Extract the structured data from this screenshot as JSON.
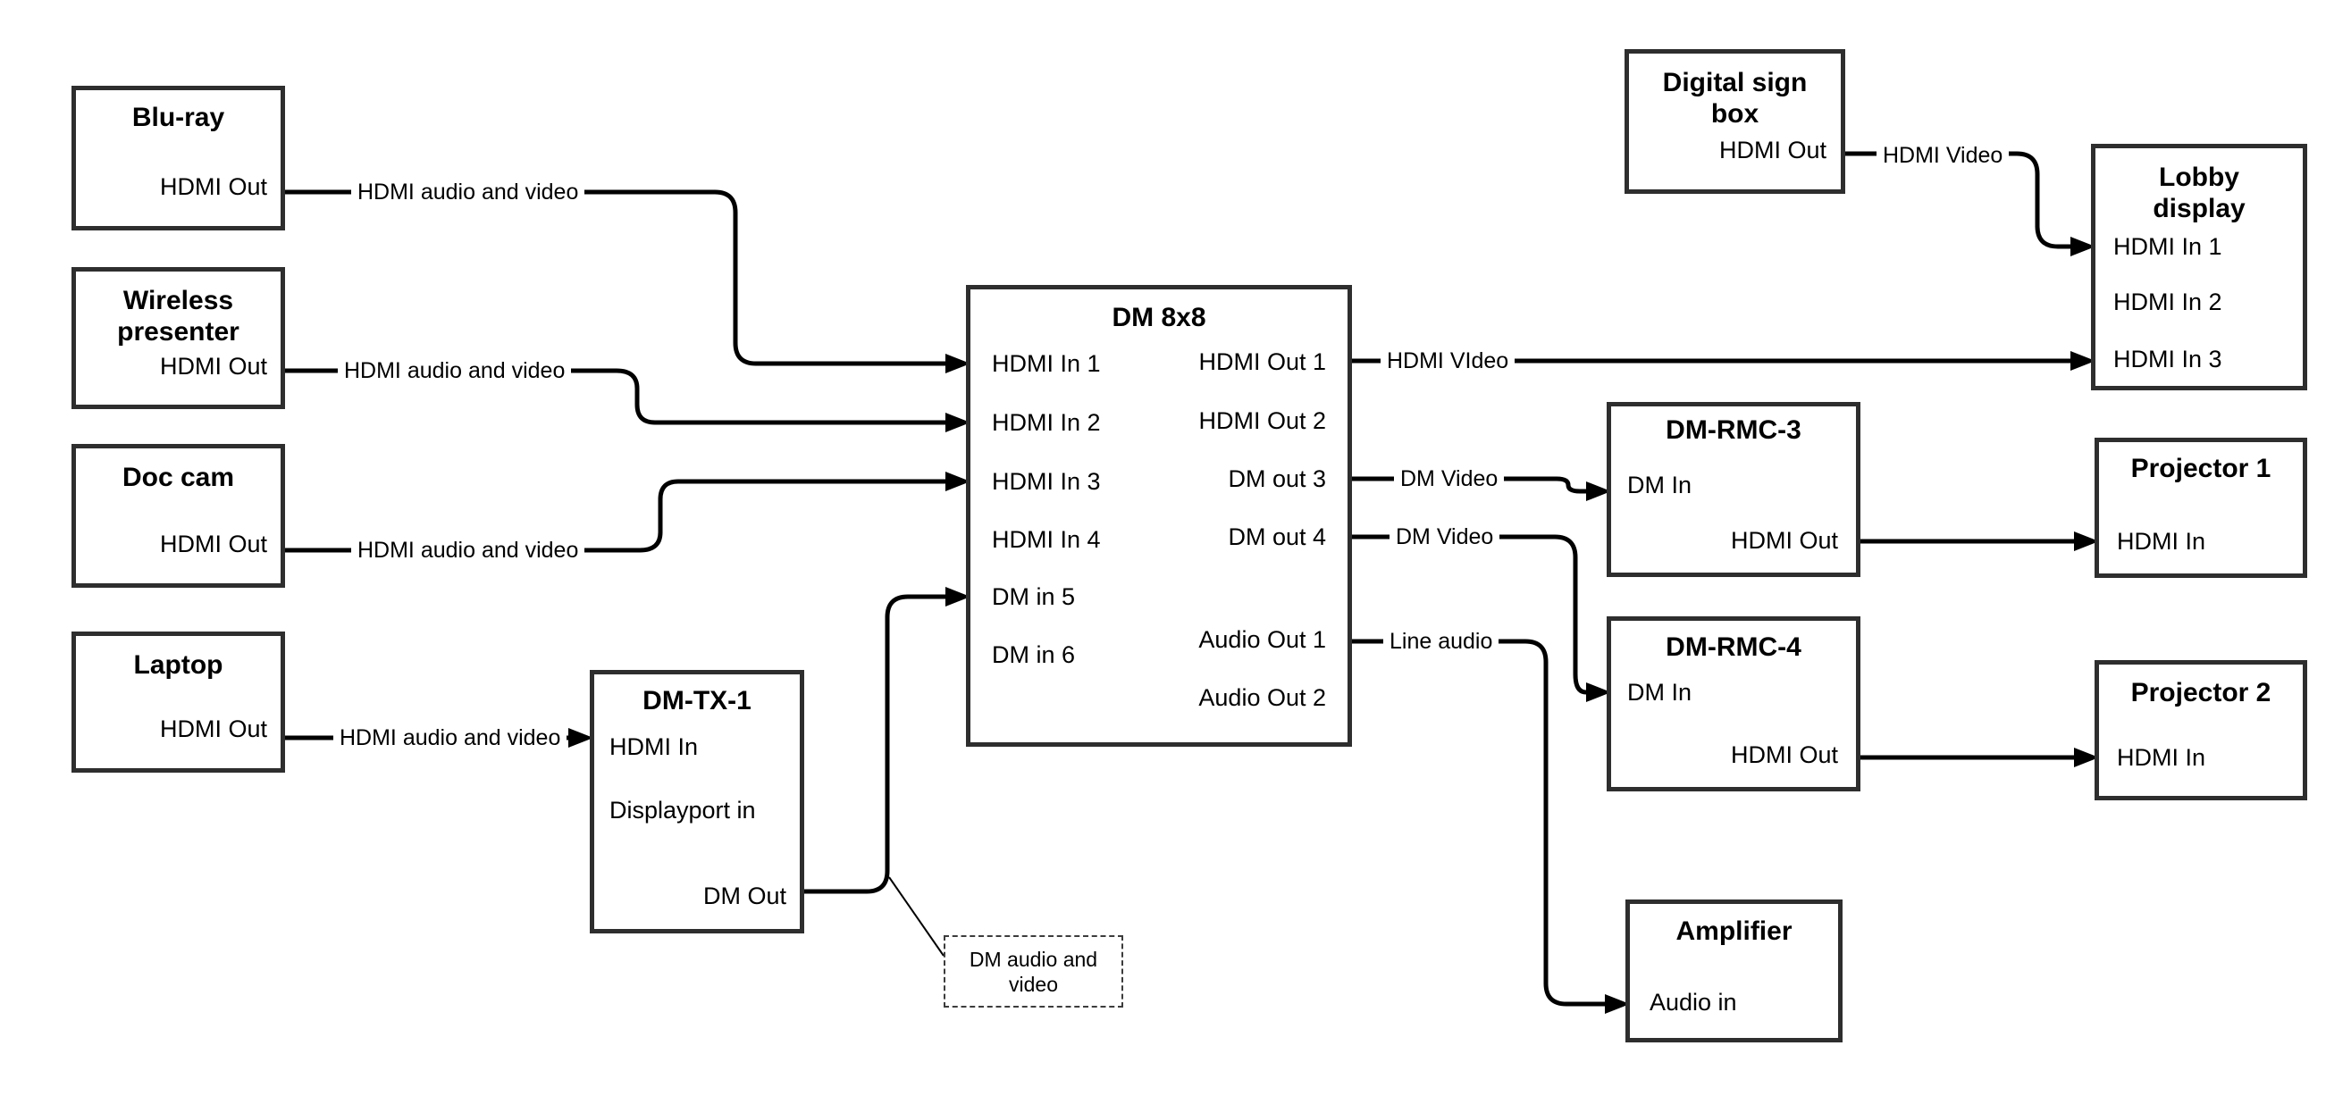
{
  "diagram": {
    "kind": "av-signal-flow-diagram",
    "colors": {
      "background": "#ffffff",
      "box_border": "#2e2e2e",
      "connector": "#000000",
      "text": "#000000"
    }
  },
  "nodes": {
    "bluray": {
      "title": "Blu-ray",
      "hdmi_out": "HDMI Out"
    },
    "wireless_presenter": {
      "title": "Wireless presenter",
      "hdmi_out": "HDMI Out"
    },
    "doc_cam": {
      "title": "Doc cam",
      "hdmi_out": "HDMI Out"
    },
    "laptop": {
      "title": "Laptop",
      "hdmi_out": "HDMI Out"
    },
    "dm_tx_1": {
      "title": "DM-TX-1",
      "hdmi_in": "HDMI In",
      "displayport_in": "Displayport in",
      "dm_out": "DM Out"
    },
    "dm_8x8": {
      "title": "DM 8x8",
      "hdmi_in_1": "HDMI In 1",
      "hdmi_in_2": "HDMI In 2",
      "hdmi_in_3": "HDMI In 3",
      "hdmi_in_4": "HDMI In 4",
      "dm_in_5": "DM in 5",
      "dm_in_6": "DM in 6",
      "hdmi_out_1": "HDMI Out 1",
      "hdmi_out_2": "HDMI Out 2",
      "dm_out_3": "DM out 3",
      "dm_out_4": "DM out 4",
      "audio_out_1": "Audio Out 1",
      "audio_out_2": "Audio Out 2"
    },
    "digital_sign_box": {
      "title": "Digital sign box",
      "hdmi_out": "HDMI Out"
    },
    "lobby_display": {
      "title": "Lobby display",
      "hdmi_in_1": "HDMI In 1",
      "hdmi_in_2": "HDMI In 2",
      "hdmi_in_3": "HDMI In 3"
    },
    "dm_rmc_3": {
      "title": "DM-RMC-3",
      "dm_in": "DM In",
      "hdmi_out": "HDMI Out"
    },
    "projector_1": {
      "title": "Projector 1",
      "hdmi_in": "HDMI In"
    },
    "dm_rmc_4": {
      "title": "DM-RMC-4",
      "dm_in": "DM In",
      "hdmi_out": "HDMI Out"
    },
    "projector_2": {
      "title": "Projector 2",
      "hdmi_in": "HDMI In"
    },
    "amplifier": {
      "title": "Amplifier",
      "audio_in": "Audio in"
    }
  },
  "connections": [
    {
      "from": "Blu-ray HDMI Out",
      "to": "DM 8x8 HDMI In 1",
      "label": "HDMI audio and video"
    },
    {
      "from": "Wireless presenter HDMI Out",
      "to": "DM 8x8 HDMI In 2",
      "label": "HDMI audio and video"
    },
    {
      "from": "Doc cam HDMI Out",
      "to": "DM 8x8 HDMI In 3",
      "label": "HDMI audio and video"
    },
    {
      "from": "Laptop HDMI Out",
      "to": "DM-TX-1 HDMI In",
      "label": "HDMI audio and video"
    },
    {
      "from": "DM-TX-1 DM Out",
      "to": "DM 8x8 DM in 5",
      "label": ""
    },
    {
      "from": "DM 8x8 HDMI Out 1",
      "to": "Lobby display HDMI In 3",
      "label": "HDMI VIdeo"
    },
    {
      "from": "DM 8x8 DM out 3",
      "to": "DM-RMC-3 DM In",
      "label": "DM Video"
    },
    {
      "from": "DM 8x8 DM out 4",
      "to": "DM-RMC-4 DM In",
      "label": "DM Video"
    },
    {
      "from": "DM 8x8 Audio Out 1",
      "to": "Amplifier Audio in",
      "label": "Line audio"
    },
    {
      "from": "Digital sign box HDMI Out",
      "to": "Lobby display HDMI In 1",
      "label": "HDMI Video"
    },
    {
      "from": "DM-RMC-3 HDMI Out",
      "to": "Projector 1 HDMI In",
      "label": ""
    },
    {
      "from": "DM-RMC-4 HDMI Out",
      "to": "Projector 2 HDMI In",
      "label": ""
    }
  ],
  "annotation": {
    "text": "DM audio and video",
    "attached_to": "DM-TX-1 DM Out → DM 8x8 DM in 5"
  }
}
